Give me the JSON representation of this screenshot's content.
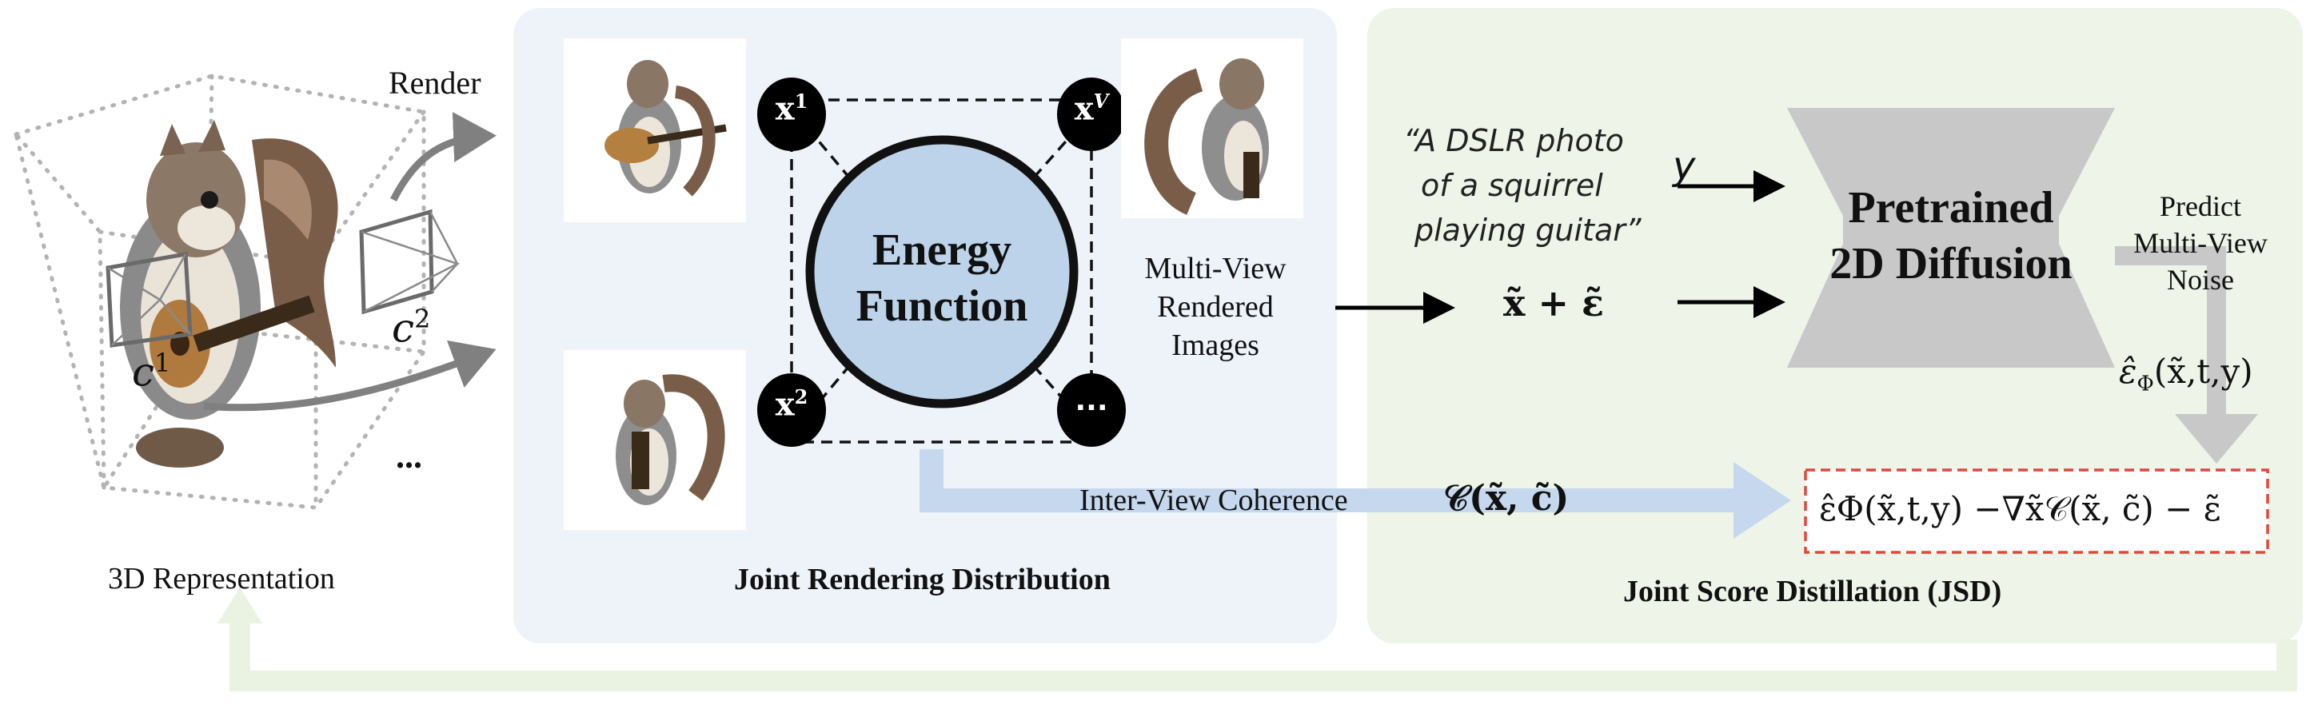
{
  "colors": {
    "panel_blue": "#eef3fa",
    "panel_green": "#eef4e8",
    "energy_fill": "#bcd3ea",
    "coherence_arrow": "#c5d8ee",
    "diffusion_gray": "#c8c8c8",
    "dashed_red": "#e0483a",
    "feedback_green": "#eaf2e2"
  },
  "left": {
    "render_label": "Render",
    "cam1_label": "c",
    "cam1_sup": "1",
    "cam2_label": "c",
    "cam2_sup": "2",
    "ellipsis": "...",
    "caption": "3D Representation",
    "subject_icon": "squirrel-with-guitar-3d-model"
  },
  "middle": {
    "caption": "Joint Rendering Distribution",
    "energy_line1": "Energy",
    "energy_line2": "Function",
    "node_top_left": "x",
    "node_top_left_sup": "1",
    "node_top_right": "x",
    "node_top_right_sup": "V",
    "node_bottom_left": "x",
    "node_bottom_left_sup": "2",
    "node_bottom_right": "···",
    "views_label_line1": "Multi-View",
    "views_label_line2": "Rendered",
    "views_label_line3": "Images",
    "coherence_label": "Inter-View Coherence",
    "coherence_math": "𝒞(x̃, c̃)"
  },
  "right": {
    "caption": "Joint Score Distillation (JSD)",
    "prompt_line1": "“A DSLR photo",
    "prompt_line2": "of a squirrel",
    "prompt_line3": "playing guitar”",
    "y_symbol": "y",
    "noisy_input": "x̃ + ε̃",
    "diffusion_line1": "Pretrained",
    "diffusion_line2": "2D Diffusion",
    "predict_line1": "Predict",
    "predict_line2": "Multi-View",
    "predict_line3": "Noise",
    "predicted_noise": "ε̂",
    "predicted_noise_sub": "Φ",
    "predicted_noise_args": "(x̃,t,y)",
    "jsd_formula": "ε̂Φ(x̃,t,y) −∇x̃𝒞(x̃, c̃) − ε̃"
  }
}
